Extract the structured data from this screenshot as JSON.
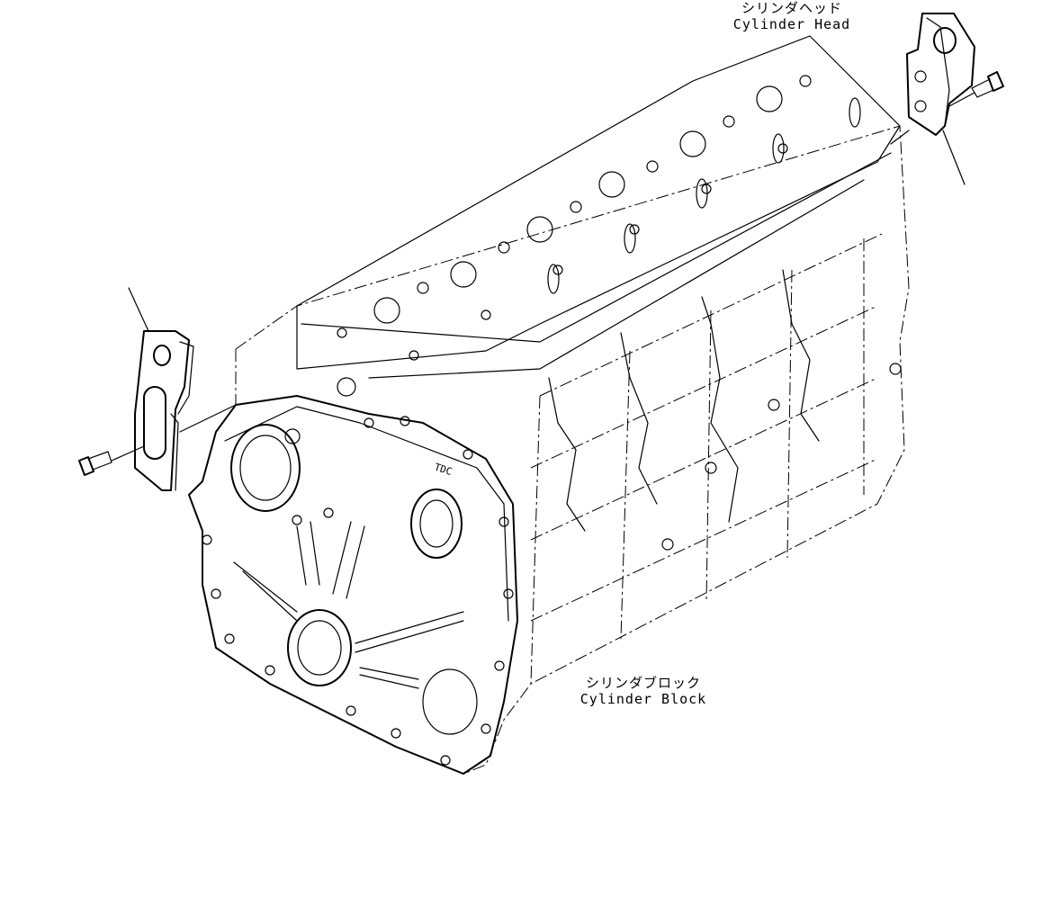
{
  "labels": {
    "cylinder_head_jp": "シリンダヘッド",
    "cylinder_head_en": "Cylinder Head",
    "cylinder_block_jp": "シリンダブロック",
    "cylinder_block_en": "Cylinder Block",
    "tdc_mark": "TDC"
  },
  "icons": [
    "left-lifting-bracket-icon",
    "right-lifting-bracket-icon",
    "bolt-icon"
  ]
}
